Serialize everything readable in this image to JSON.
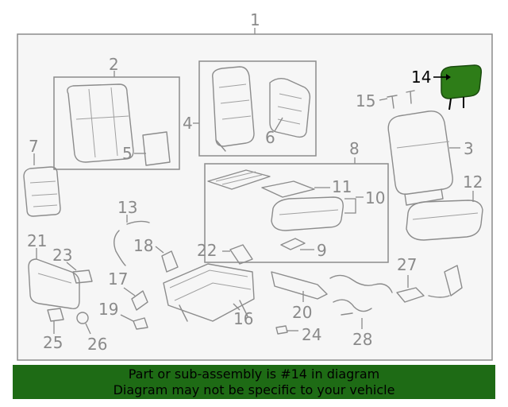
{
  "diagram": {
    "labels": {
      "l1": "1",
      "l2": "2",
      "l3": "3",
      "l4": "4",
      "l5": "5",
      "l6": "6",
      "l7": "7",
      "l8": "8",
      "l9": "9",
      "l10": "10",
      "l11": "11",
      "l12": "12",
      "l13": "13",
      "l14": "14",
      "l15": "15",
      "l16": "16",
      "l17": "17",
      "l18": "18",
      "l19": "19",
      "l20": "20",
      "l21": "21",
      "l22": "22",
      "l23": "23",
      "l24": "24",
      "l25": "25",
      "l26": "26",
      "l27": "27",
      "l28": "28"
    },
    "highlight_color": "#2e7d18"
  },
  "footer": {
    "line1": "Part or sub-assembly is #14 in diagram",
    "line2": "Diagram may not be specific to your vehicle",
    "background": "#1e6b15"
  }
}
